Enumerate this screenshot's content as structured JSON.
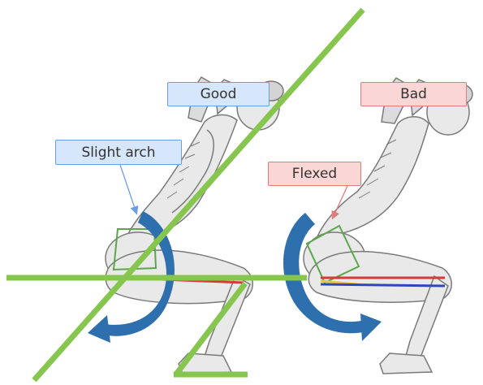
{
  "labels": {
    "good": "Good",
    "bad": "Bad",
    "slight_arch": "Slight arch",
    "flexed": "Flexed"
  },
  "colors": {
    "good_label_bg": "#d6e6fb",
    "good_label_border": "#6f9de3",
    "bad_label_bg": "#fbd6d6",
    "bad_label_border": "#e27b7b",
    "overlay_lines": "#86c64e",
    "rotation_arrow": "#2e6fae",
    "pelvis_box": "#5aa84a",
    "femur_red": "#d83a3a",
    "femur_blue": "#2f49b3",
    "femur_yellow": "#e7c63a",
    "figure_skin": "#e9e9e9",
    "figure_outline": "#7a7a7a"
  }
}
